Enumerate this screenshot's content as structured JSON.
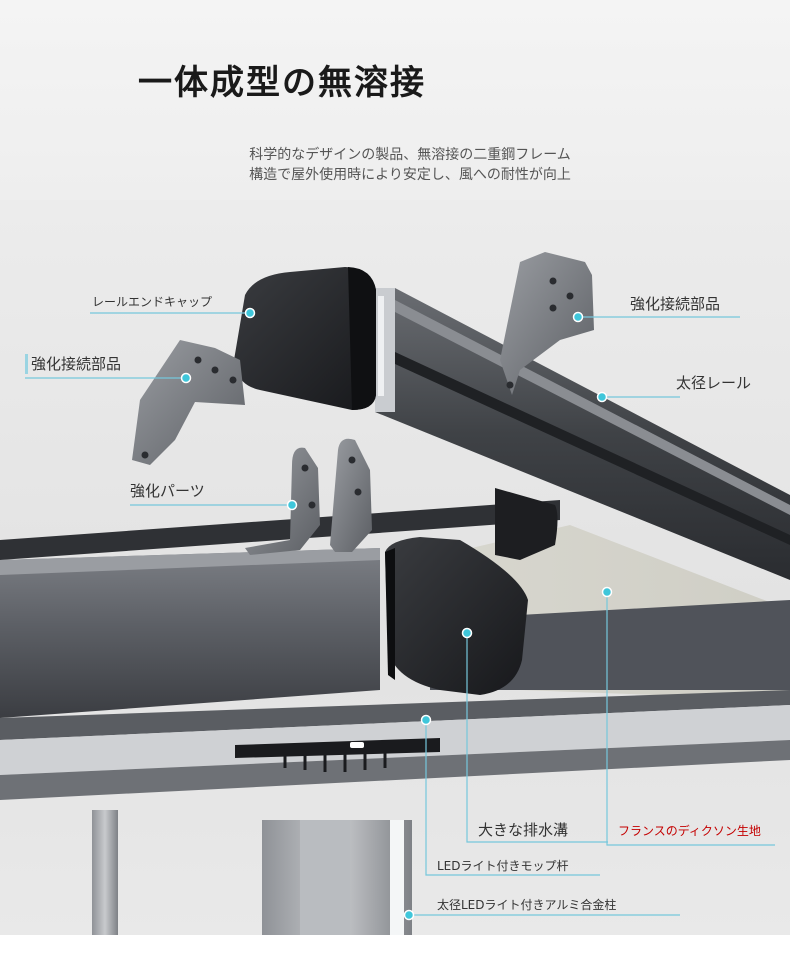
{
  "header": {
    "title": "一体成型の無溶接",
    "subtitle_lines": [
      "科学的なデザインの製品、無溶接の二重鋼フレーム",
      "構造で屋外使用時により安定し、風への耐性が向上"
    ]
  },
  "labels": {
    "rail_end_cap": "レールエンドキャップ",
    "reinforced_joint_left": "強化接続部品",
    "reinforced_joint_right": "強化接続部品",
    "large_rail": "太径レール",
    "reinforced_parts": "強化パーツ",
    "large_drain": "大きな排水溝",
    "french_fabric": "フランスのディクソン生地",
    "led_mop_bar": "LEDライト付きモップ杆",
    "led_aluminum_post": "太径LEDライト付きアルミ合金柱"
  },
  "colors": {
    "callout_line": "#76c7dc",
    "callout_dot": "#3fc6da",
    "highlight_text": "#c40000"
  }
}
